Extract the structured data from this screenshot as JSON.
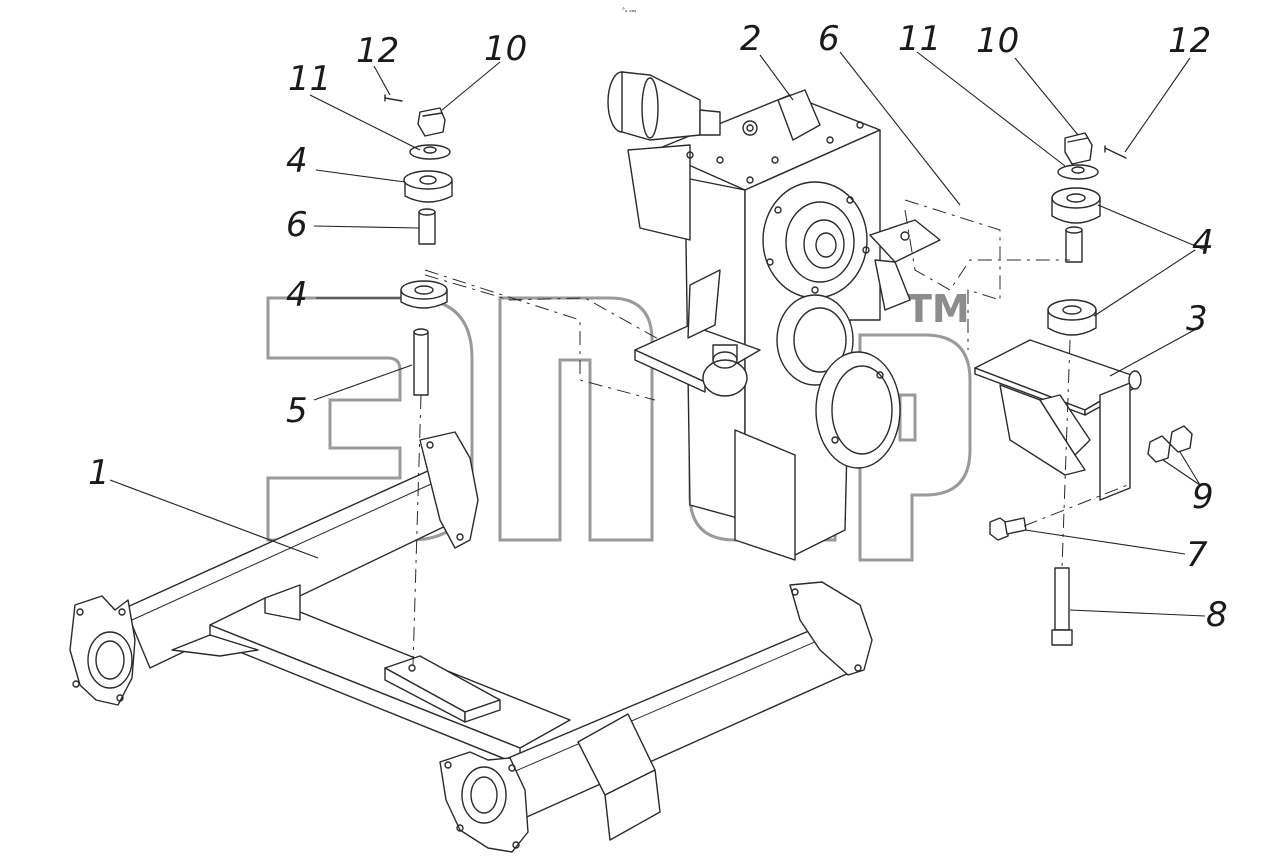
{
  "top_mark": "°ₐ ₐₐₐ",
  "watermark": {
    "tm": "TM"
  },
  "callouts": [
    "1",
    "2",
    "3",
    "4",
    "5",
    "6",
    "7",
    "8",
    "9",
    "10",
    "11",
    "12"
  ],
  "colors": {
    "line": "#2a2a2a",
    "watermark": "#9a9a9a",
    "background": "#ffffff"
  }
}
